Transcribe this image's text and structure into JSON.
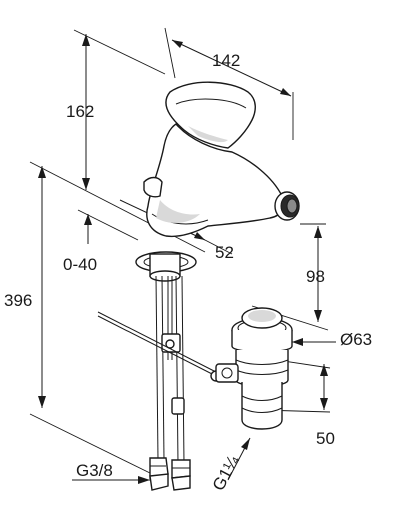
{
  "dimensions": {
    "width_top": "142",
    "height_spout": "162",
    "depth_body": "52",
    "adjust_range": "0-40",
    "total_height": "396",
    "drain_height": "98",
    "drain_diameter": "Ø63",
    "drain_length": "50",
    "hose_thread": "G3/8",
    "drain_thread": "G1¼"
  },
  "colors": {
    "line": "#1a1a1a",
    "shade": "#d9d9d9",
    "background": "#ffffff"
  }
}
